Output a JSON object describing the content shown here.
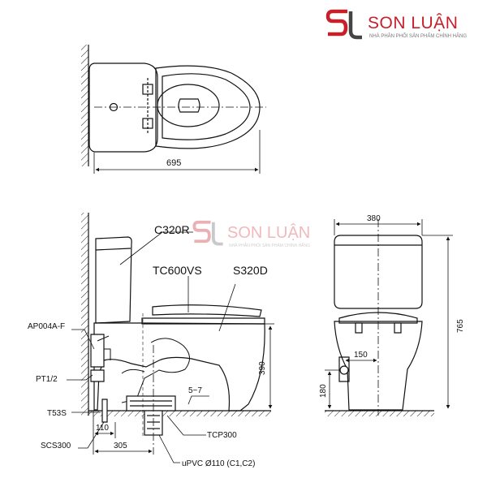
{
  "brand": {
    "name": "SON LUẬN",
    "tagline": "NHÀ PHÂN PHỐI SẢN PHẨM CHÍNH HÃNG",
    "accent_color": "#c8202a"
  },
  "watermark": {
    "name": "SON LUẬN",
    "tagline": "NHÀ PHÂN PHỐI SẢN PHẨM CHÍNH HÃNG"
  },
  "top_view": {
    "width_dim": "695"
  },
  "side_view": {
    "tank_model": "C320R",
    "seat_model": "TC600VS",
    "bowl_model": "S320D",
    "valve_part": "AP004A-F",
    "thread_part": "PT1/2",
    "anchor_part": "T53S",
    "flange_part": "SCS300",
    "pipe_part": "TCP300",
    "pipe_spec": "uPVC Ø110 (C1,C2)",
    "gap_dim": "5~7",
    "rim_height_dim": "390",
    "wall_offset_dim": "110",
    "rough_in_dim": "305"
  },
  "front_view": {
    "width_dim": "380",
    "height_dim": "765",
    "supply_offset_dim": "150",
    "supply_height_dim": "180"
  }
}
